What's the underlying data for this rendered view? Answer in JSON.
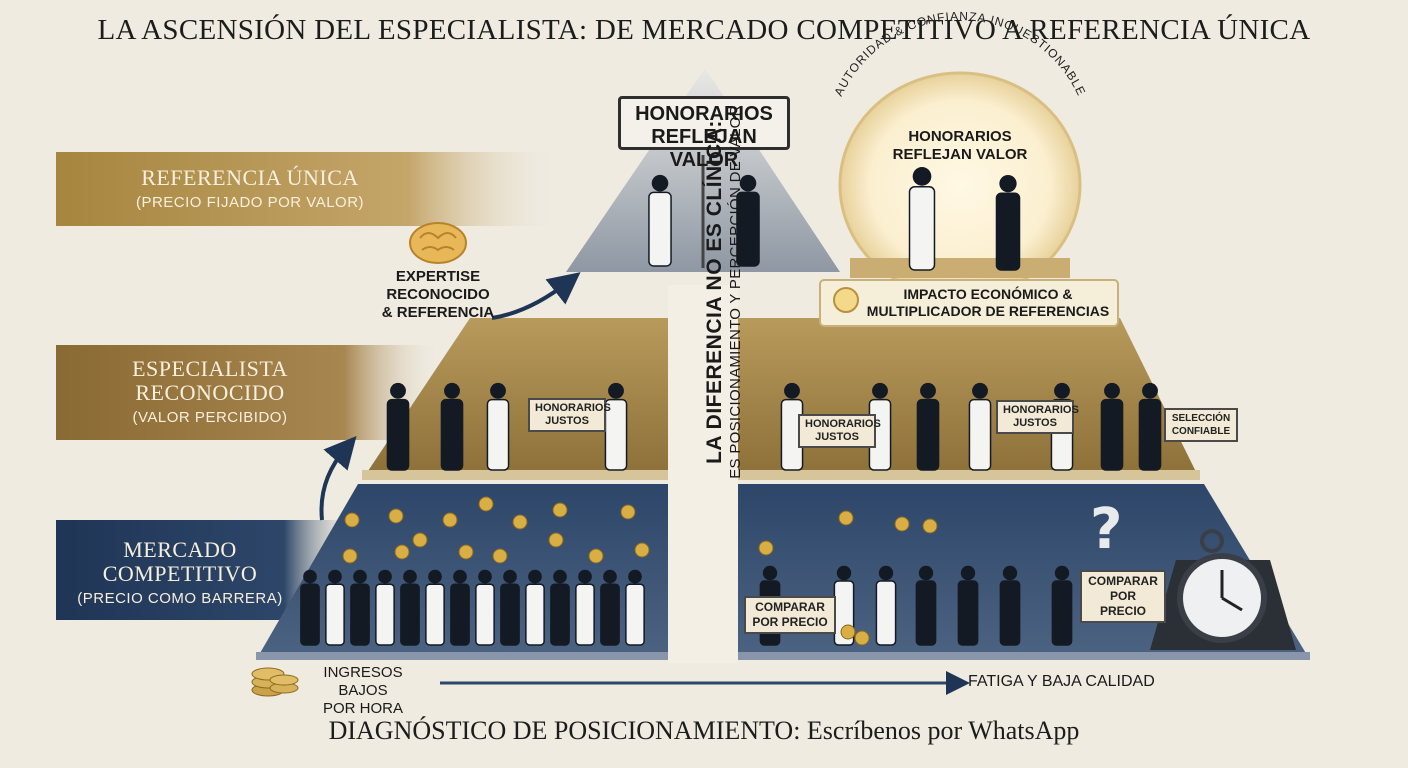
{
  "title": "LA ASCENSIÓN DEL ESPECIALISTA: DE MERCADO COMPETITIVO A REFERENCIA ÚNICA",
  "levels": {
    "top": {
      "title": "REFERENCIA ÚNICA",
      "subtitle": "(PRECIO FIJADO POR VALOR)"
    },
    "middle": {
      "title_line1": "ESPECIALISTA",
      "title_line2": "RECONOCIDO",
      "subtitle": "(VALOR PERCIBIDO)"
    },
    "bottom": {
      "title_line1": "MERCADO",
      "title_line2": "COMPETITIVO",
      "subtitle": "(PRECIO COMO BARRERA)"
    }
  },
  "top_sign": {
    "line1": "HONORARIOS",
    "line2": "REFLEJAN VALOR"
  },
  "halo": {
    "arc_text": "AUTORIDAD & CONFIANZA INQUESTIONABLE",
    "line1": "HONORARIOS",
    "line2": "REFLEJAN VALOR"
  },
  "expertise": {
    "line1": "EXPERTISE",
    "line2": "RECONOCIDO",
    "line3": "& REFERENCIA"
  },
  "impact": {
    "line1": "IMPACTO ECONÓMICO &",
    "line2": "MULTIPLICADOR DE REFERENCIAS"
  },
  "divider": {
    "line1": "LA DIFERENCIA NO ES CLÍNICA:",
    "line2": "ES POSICIONAMIENTO Y PERCEPCIÓN DE VALOR"
  },
  "mid_signs": {
    "honorarios_l1": "HONORARIOS",
    "honorarios_l2": "JUSTOS",
    "seleccion_l1": "SELECCIÓN",
    "seleccion_l2": "CONFIABLE"
  },
  "low_signs": {
    "comparar_l1": "COMPARAR",
    "comparar_l2": "POR PRECIO"
  },
  "bottom_left": {
    "line1": "INGRESOS BAJOS",
    "line2": "POR HORA"
  },
  "bottom_right": "FATIGA Y BAJA CALIDAD",
  "footer": "DIAGNÓSTICO DE POSICIONAMIENTO: Escríbenos por WhatsApp",
  "colors": {
    "navy": "#23395a",
    "gold": "#a88b50",
    "top_tier": "#c9ccd0",
    "background": "#efebe1"
  }
}
